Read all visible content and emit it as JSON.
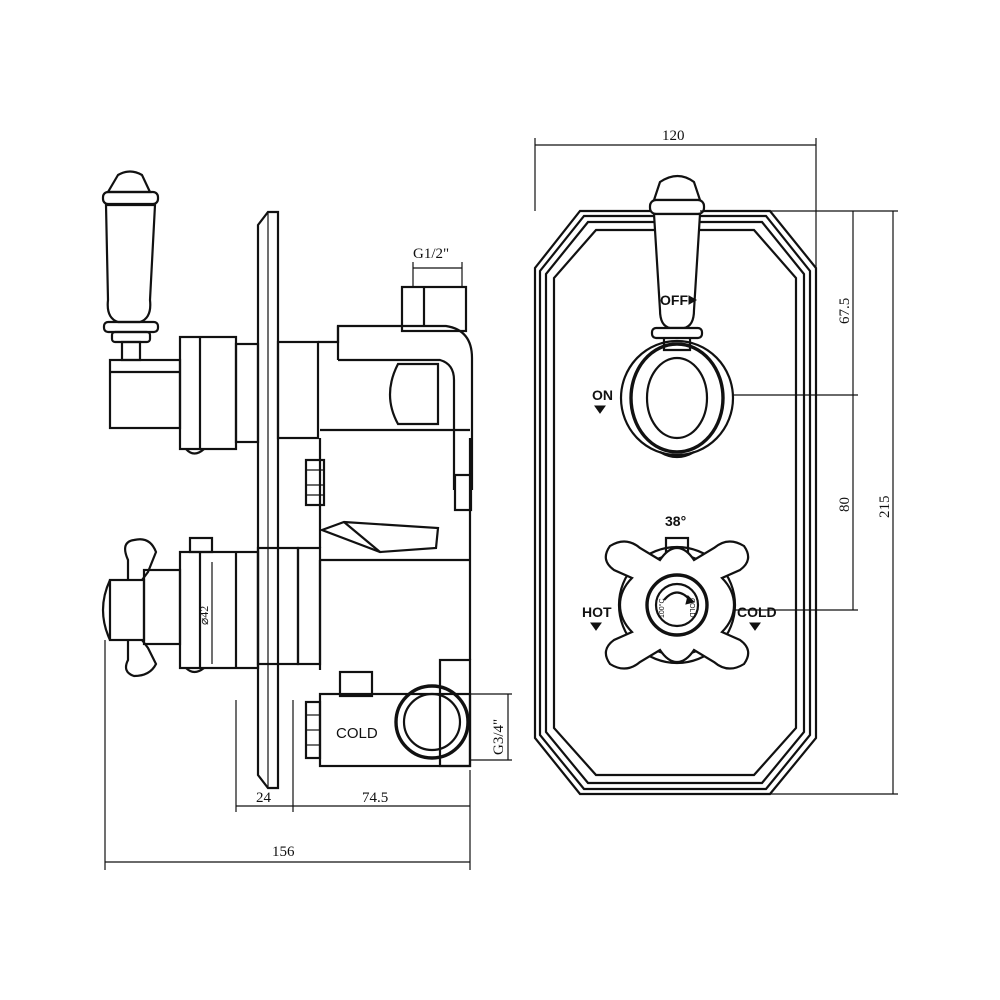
{
  "dimensions": {
    "width_total": "120",
    "height_total": "215",
    "height_upper": "67.5",
    "spacing_handles": "80",
    "depth_total": "156",
    "plate_offset": "24",
    "body_depth": "74.5",
    "diameter": "⌀42",
    "inlet_top": "G1/2\"",
    "inlet_side": "G3/4\""
  },
  "labels": {
    "off": "OFF",
    "on": "ON",
    "hot": "HOT",
    "cold_front": "COLD",
    "cold_side": "COLD",
    "temperature": "38°",
    "knob_stop": "100°C"
  }
}
